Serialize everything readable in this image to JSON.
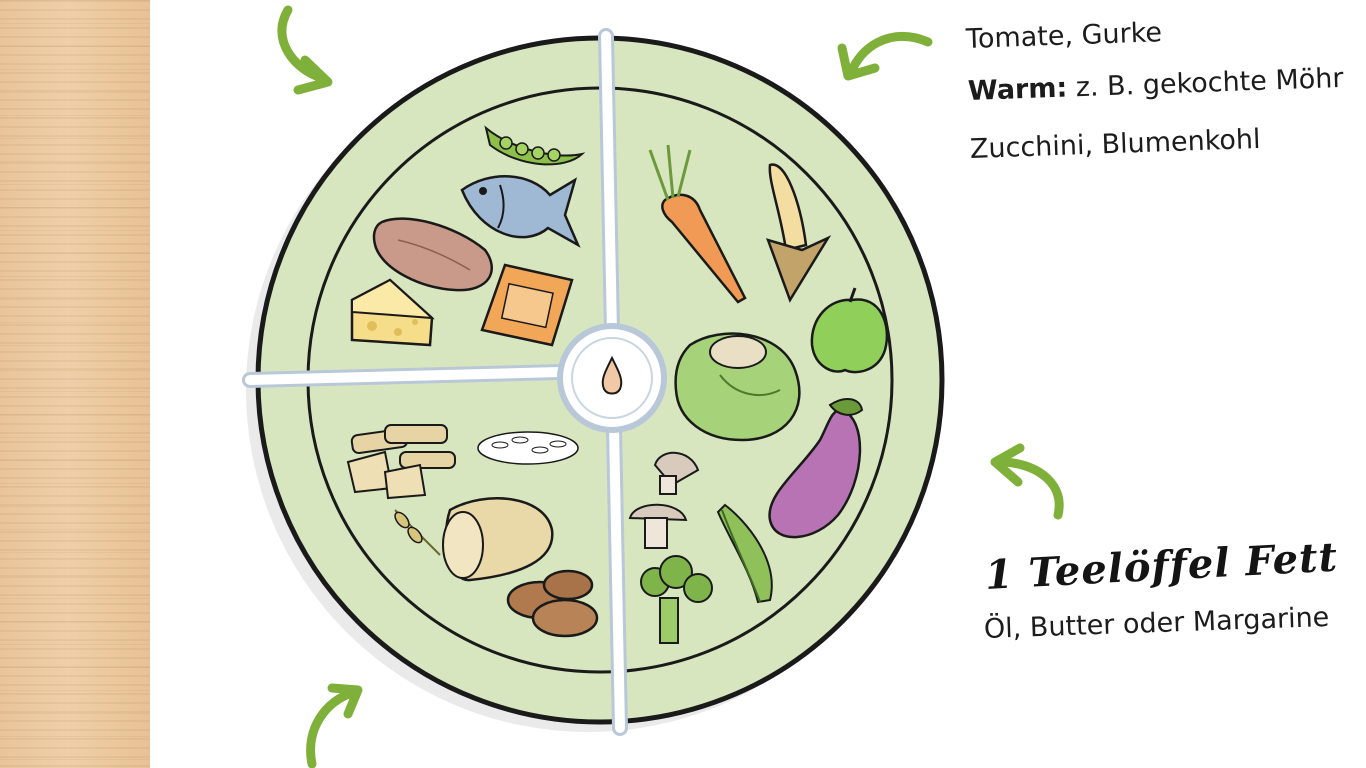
{
  "texts": {
    "line1": "Tomate, Gurke",
    "warm_label": "Warm:",
    "warm_rest": " z. B. gekochte Möhr",
    "line3": "Zucchini, Blumenkohl",
    "fat_title": "1 Teelöffel Fett",
    "fat_desc": "Öl, Butter oder Margarine"
  },
  "colors": {
    "plate_fill": "#d8e6c0",
    "plate_outline": "#1a1a1a",
    "divider": "#ffffff",
    "divider_outline": "#b9c8d8",
    "arrow": "#7fb03a",
    "wood": "#ebc79c"
  },
  "icons": {
    "arrows": [
      "curved-arrow-icon"
    ],
    "center": "oil-drop-icon",
    "foods": [
      "peas",
      "fish",
      "meat",
      "cheese",
      "tofu",
      "pasta",
      "rice",
      "bread",
      "grain",
      "potatoes",
      "carrot",
      "banana",
      "apple",
      "cabbage",
      "mushrooms",
      "eggplant",
      "broccoli",
      "arugula"
    ]
  }
}
